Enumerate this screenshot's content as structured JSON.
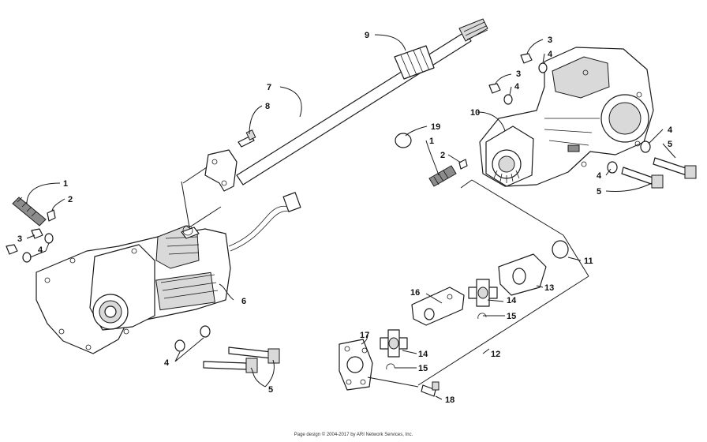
{
  "diagram": {
    "callouts": {
      "c1a": "1",
      "c2a": "2",
      "c3a": "3",
      "c4a": "4",
      "c4b": "4",
      "c5a": "5",
      "c6": "6",
      "c7": "7",
      "c8": "8",
      "c9": "9",
      "c10": "10",
      "c19": "19",
      "c1b": "1",
      "c2b": "2",
      "c3b": "3",
      "c4c": "4",
      "c3c": "3",
      "c4d": "4",
      "c4e": "4",
      "c5b": "5",
      "c4f": "4",
      "c5c": "5",
      "c11": "11",
      "c12": "12",
      "c13": "13",
      "c14a": "14",
      "c15a": "15",
      "c16": "16",
      "c17": "17",
      "c14b": "14",
      "c15b": "15",
      "c18": "18"
    },
    "colors": {
      "line": "#1a1a1a",
      "shade": "#d9d9d9",
      "dark": "#8c8c8c"
    }
  },
  "footer": {
    "text": "Page design © 2004-2017 by ARI Network Services, Inc."
  }
}
